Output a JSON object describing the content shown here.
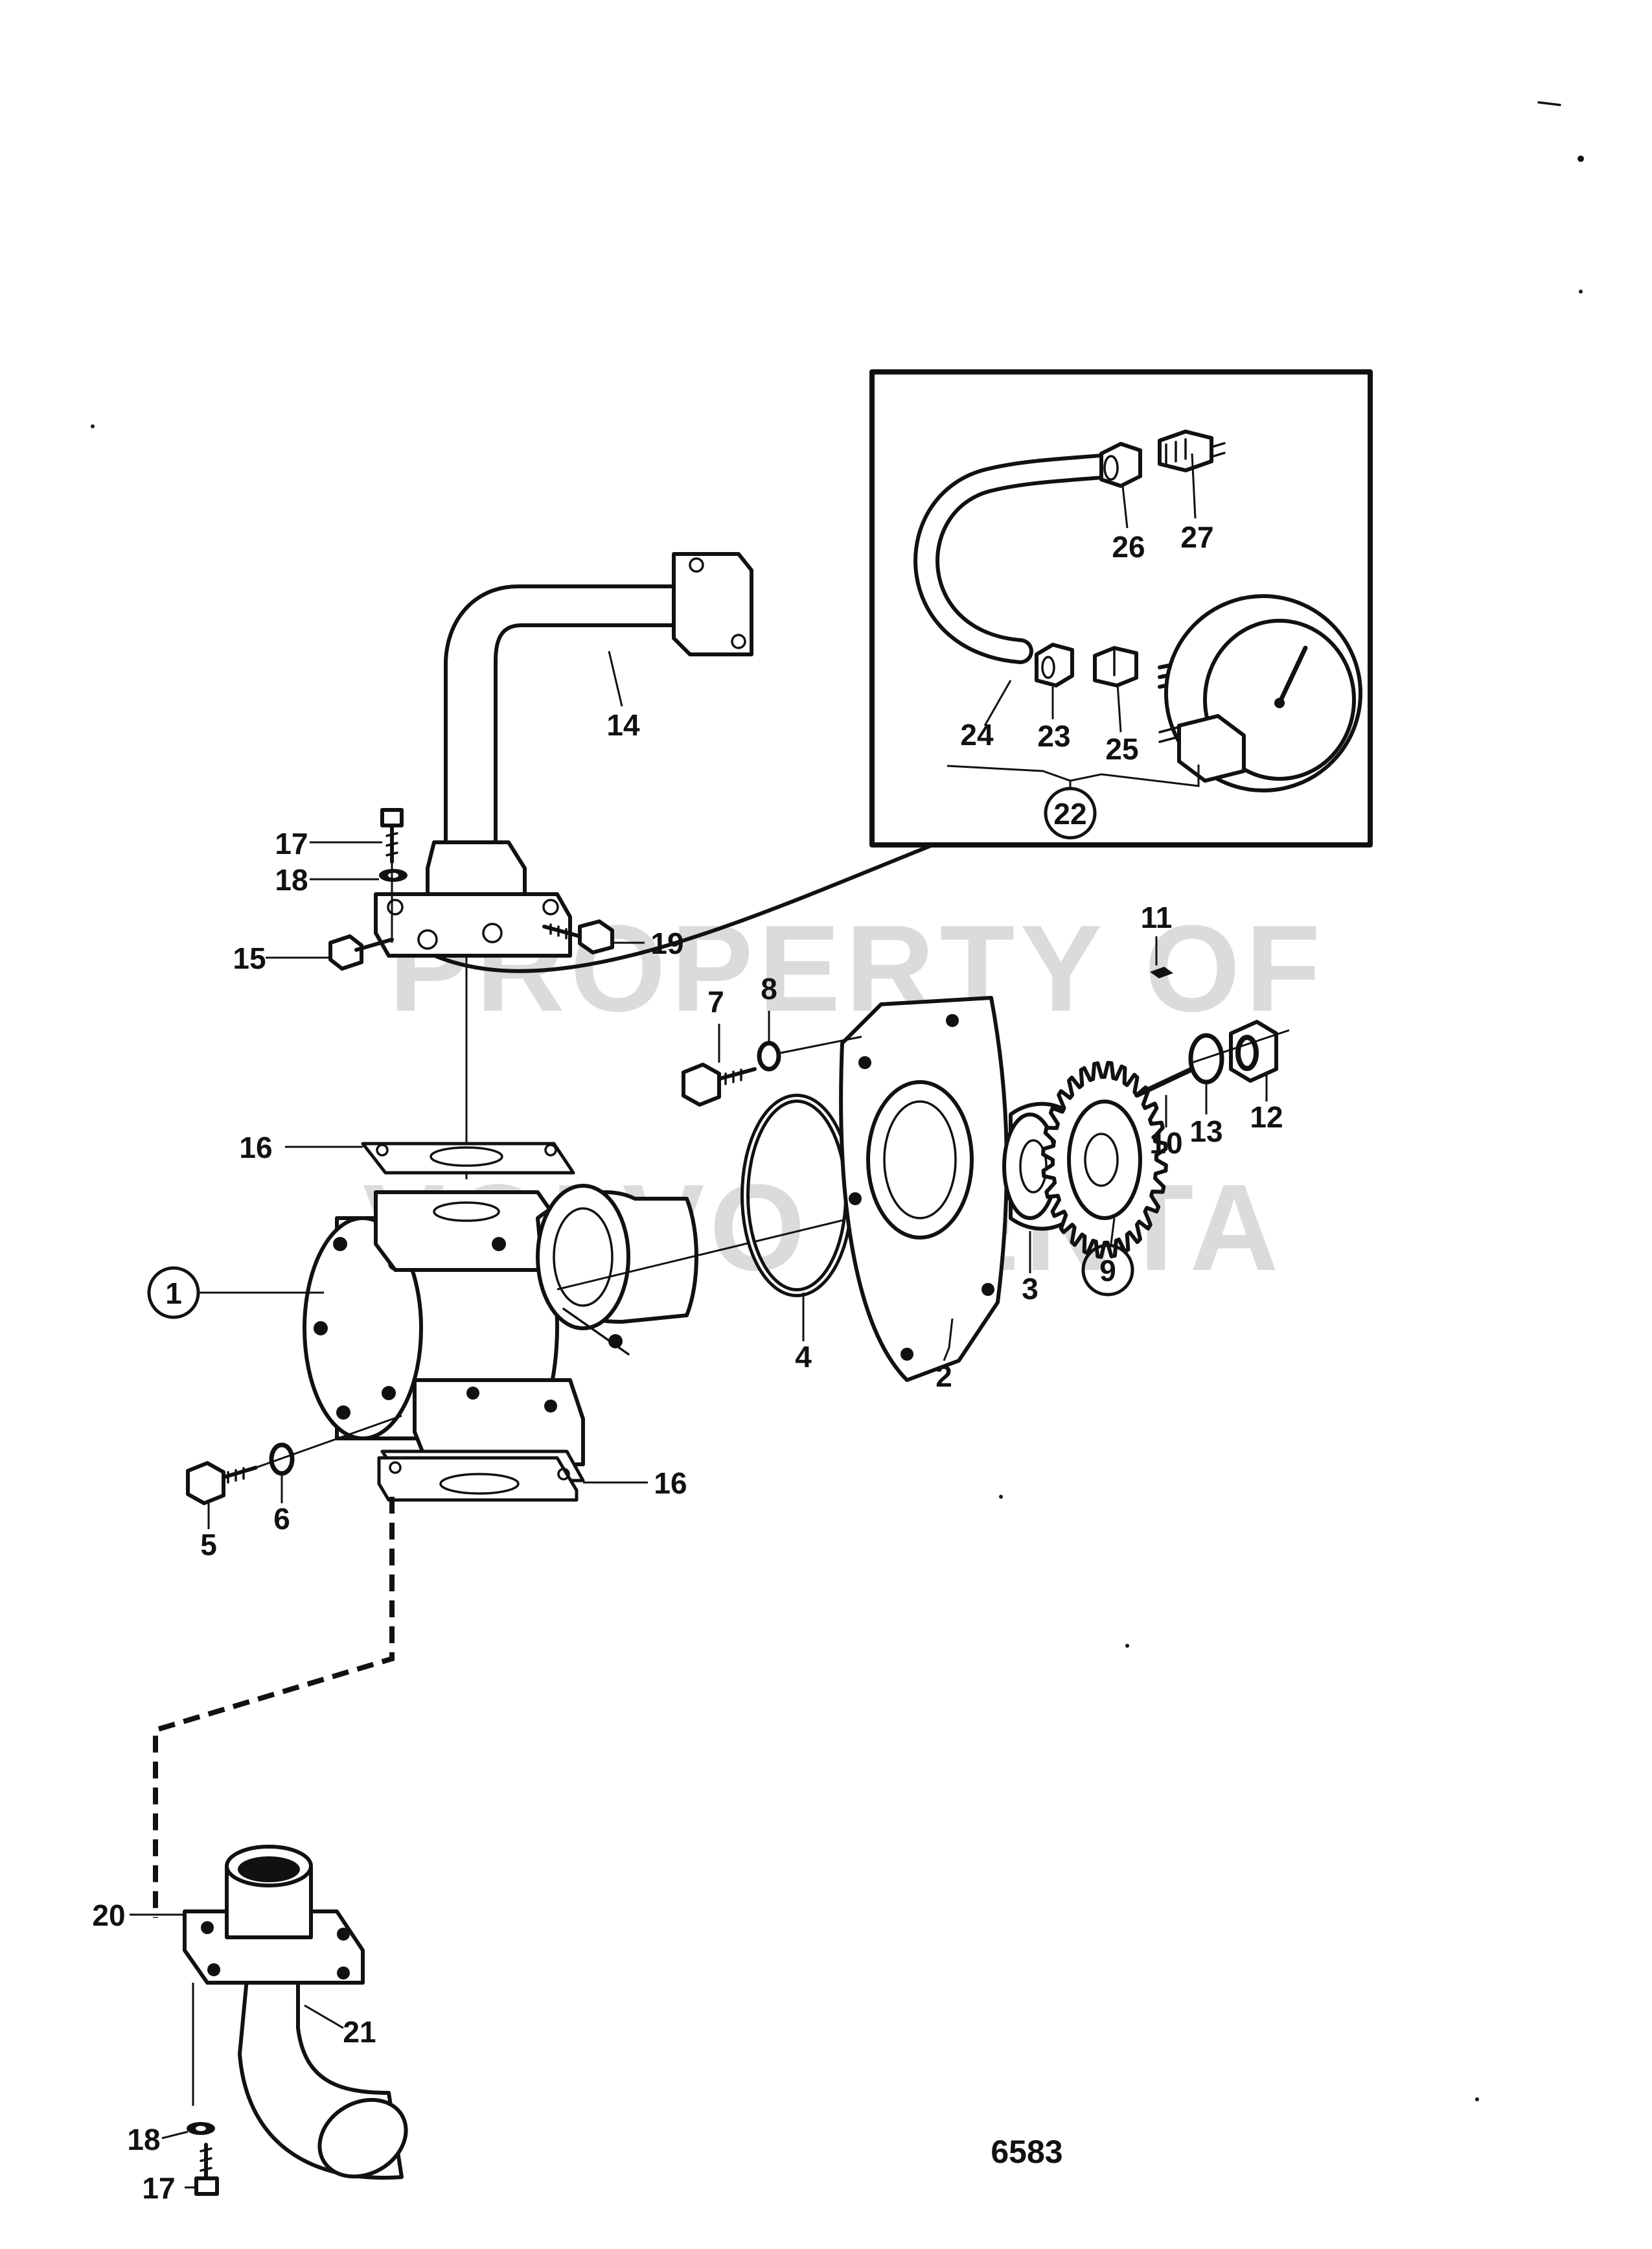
{
  "diagram": {
    "drawing_number": "6583",
    "watermark_lines": [
      "PROPERTY OF",
      "VOLVO PENTA"
    ],
    "callouts": [
      {
        "id": "1",
        "label": "1",
        "circled": true
      },
      {
        "id": "2",
        "label": "2",
        "circled": false
      },
      {
        "id": "3",
        "label": "3",
        "circled": false
      },
      {
        "id": "4",
        "label": "4",
        "circled": false
      },
      {
        "id": "5",
        "label": "5",
        "circled": false
      },
      {
        "id": "6",
        "label": "6",
        "circled": false
      },
      {
        "id": "7",
        "label": "7",
        "circled": false
      },
      {
        "id": "8",
        "label": "8",
        "circled": false
      },
      {
        "id": "9",
        "label": "9",
        "circled": true
      },
      {
        "id": "10",
        "label": "10",
        "circled": false
      },
      {
        "id": "11",
        "label": "11",
        "circled": false
      },
      {
        "id": "12",
        "label": "12",
        "circled": false
      },
      {
        "id": "13",
        "label": "13",
        "circled": false
      },
      {
        "id": "14",
        "label": "14",
        "circled": false
      },
      {
        "id": "15",
        "label": "15",
        "circled": false
      },
      {
        "id": "16a",
        "label": "16",
        "circled": false
      },
      {
        "id": "16b",
        "label": "16",
        "circled": false
      },
      {
        "id": "17a",
        "label": "17",
        "circled": false
      },
      {
        "id": "17b",
        "label": "17",
        "circled": false
      },
      {
        "id": "18a",
        "label": "18",
        "circled": false
      },
      {
        "id": "18b",
        "label": "18",
        "circled": false
      },
      {
        "id": "19",
        "label": "19",
        "circled": false
      },
      {
        "id": "20",
        "label": "20",
        "circled": false
      },
      {
        "id": "21",
        "label": "21",
        "circled": false
      },
      {
        "id": "22",
        "label": "22",
        "circled": true
      },
      {
        "id": "23",
        "label": "23",
        "circled": false
      },
      {
        "id": "24",
        "label": "24",
        "circled": false
      },
      {
        "id": "25",
        "label": "25",
        "circled": false
      },
      {
        "id": "26",
        "label": "26",
        "circled": false
      },
      {
        "id": "27",
        "label": "27",
        "circled": false
      }
    ]
  }
}
